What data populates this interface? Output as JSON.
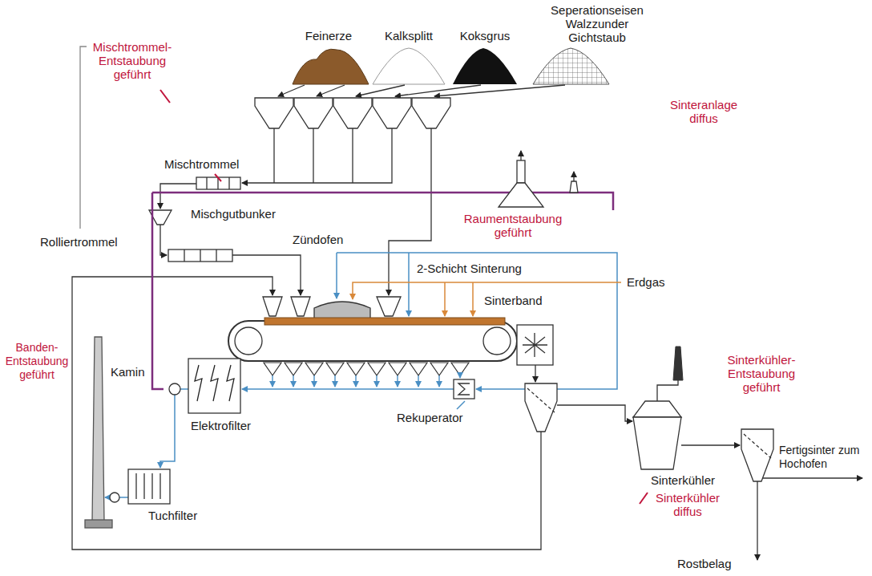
{
  "diagram": {
    "labels": [
      "Seperationseisen Walzzunder Gichtstaub",
      "Mischtrommel-Entstaubung geführt",
      "Feinerze",
      "Kalksplitt",
      "Koksgrus",
      "Sinteranlage diffus",
      "Mischtrommel",
      "Raumentstaubung geführt",
      "Mischgutbunker",
      "Rolliertrommel",
      "Zündofen",
      "2-Schicht Sinterung",
      "Erdgas",
      "Sinterband",
      "Banden-Entstaubung geführt",
      "Kamin",
      "Sinterkühler-Entstaubung geführt",
      "Rekuperator",
      "Elektrofilter",
      "Fertigsinter zum Hochofen",
      "Sinterkühler",
      "Sinterkühler diffus",
      "Tuchfilter",
      "Rostbelag"
    ]
  }
}
